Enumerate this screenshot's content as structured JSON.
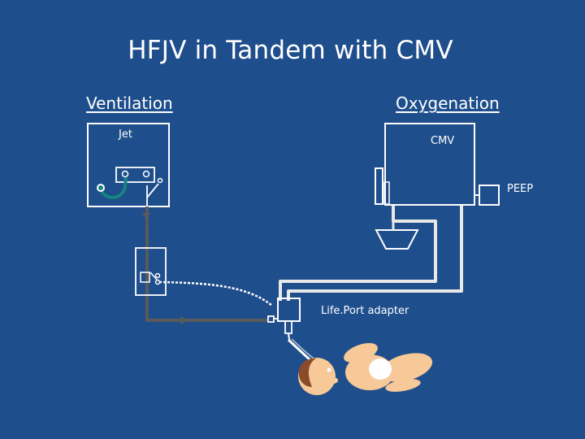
{
  "slide": {
    "title": "HFJV in Tandem with CMV",
    "headings": {
      "ventilation": "Ventilation",
      "oxygenation": "Oxygenation"
    },
    "labels": {
      "jet": "Jet",
      "cmv": "CMV",
      "peep": "PEEP",
      "adapter": "Life.Port adapter"
    }
  },
  "colors": {
    "background": "#1f4e8c",
    "device_outline": "#ffffff",
    "jet_tubing": "#5a5a5a",
    "cmv_tubing": "#e8e8e8",
    "jet_connector": "#14857f",
    "patient_skin": "#f7c898",
    "patient_hair": "#8a4b2a",
    "diaper": "#ffffff"
  },
  "icons": {
    "patient": "infant-patient-icon",
    "jet_device": "jet-ventilator-icon",
    "cmv_device": "cmv-ventilator-icon",
    "humidifier": "humidifier-chamber-icon",
    "adapter": "lifeport-adapter-icon"
  }
}
